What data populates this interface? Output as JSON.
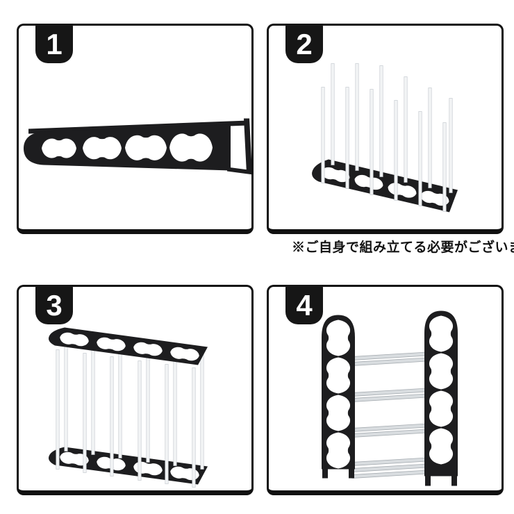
{
  "note": {
    "text": "※ご自身で組み立てる必要がございます※"
  },
  "panels": [
    {
      "step": "1",
      "figure": "flat-side-frame-part"
    },
    {
      "step": "2",
      "figure": "base-frame-with-vertical-poles"
    },
    {
      "step": "3",
      "figure": "top-and-bottom-frames-joined-by-poles"
    },
    {
      "step": "4",
      "figure": "assembled-four-tier-shoe-rack"
    }
  ],
  "colors": {
    "background": "#ffffff",
    "panel_border": "#111111",
    "badge_background": "#161616",
    "badge_text": "#ffffff",
    "frame_black": "#1d1d1f",
    "pole_white": "#f2f4f5",
    "pole_edge": "#c6cbd0",
    "tube_silver": "#d9dde0",
    "note_text": "#111111"
  }
}
